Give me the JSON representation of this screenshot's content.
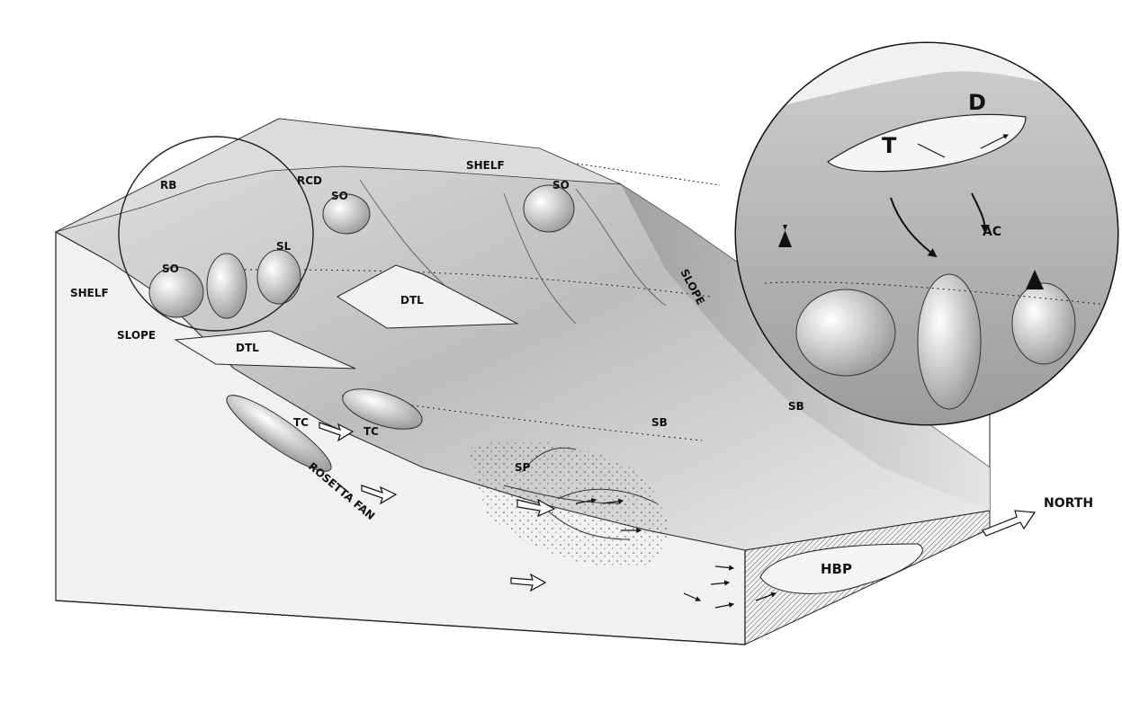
{
  "labels": {
    "shelf_top": "SHELF",
    "shelf_left": "SHELF",
    "slope_left": "SLOPE",
    "slope_right": "SLOPE",
    "rb": "RB",
    "rcd": "RCD",
    "so_1": "SO",
    "so_2": "SO",
    "so_3": "SO",
    "sl": "SL",
    "dtl_1": "DTL",
    "dtl_2": "DTL",
    "tc_1": "TC",
    "tc_2": "TC",
    "rosetta_fan": "ROSETTA FAN",
    "sb_1": "SB",
    "sb_2": "SB",
    "sp": "SP",
    "hbp": "HBP",
    "north": "NORTH"
  },
  "inset_labels": {
    "d": "D",
    "t": "T",
    "ac": "AC"
  },
  "colors": {
    "ink": "#111111",
    "surface_light": "#efefef",
    "surface_mid": "#c9c9c9",
    "surface_dark": "#8a8a8a",
    "block_side": "#e6e6e6"
  }
}
